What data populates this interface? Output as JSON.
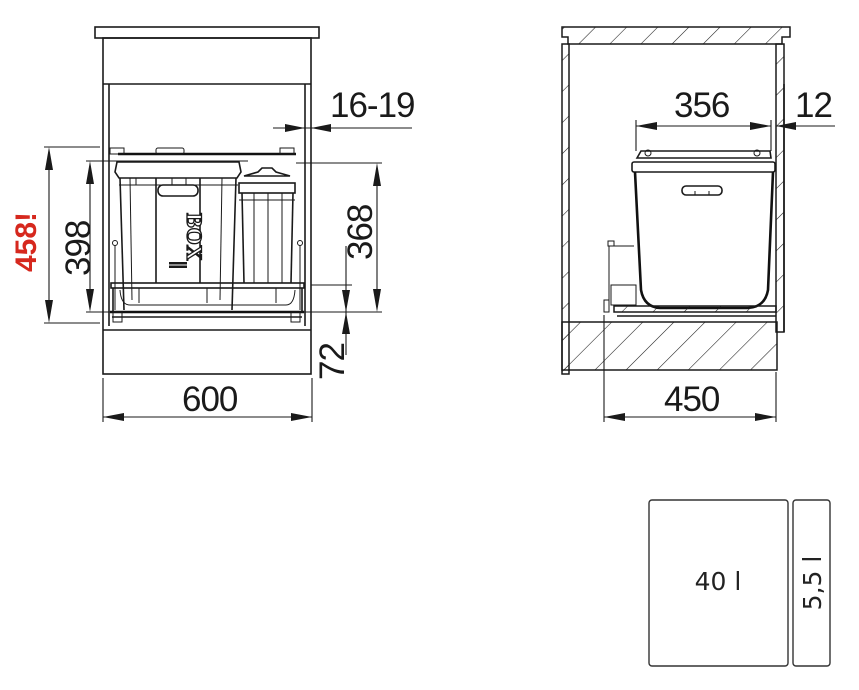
{
  "front_view": {
    "dimensions": {
      "cabinet_width": "600",
      "side_panel_thickness": "16-19",
      "min_inner_height_warning": "458!",
      "frame_height": "398",
      "bin_height": "368",
      "bottom_clearance": "72"
    },
    "bins": [
      {
        "label": "BOX"
      },
      {
        "label": ""
      }
    ]
  },
  "side_view": {
    "dimensions": {
      "bin_depth": "356",
      "door_gap": "12",
      "cabinet_depth": "450"
    }
  },
  "capacity_legend": {
    "large_bin": "40 l",
    "small_bin": "5,5 l"
  },
  "colors": {
    "line": "#1a1a1a",
    "warning": "#d6281e",
    "background": "#ffffff"
  }
}
